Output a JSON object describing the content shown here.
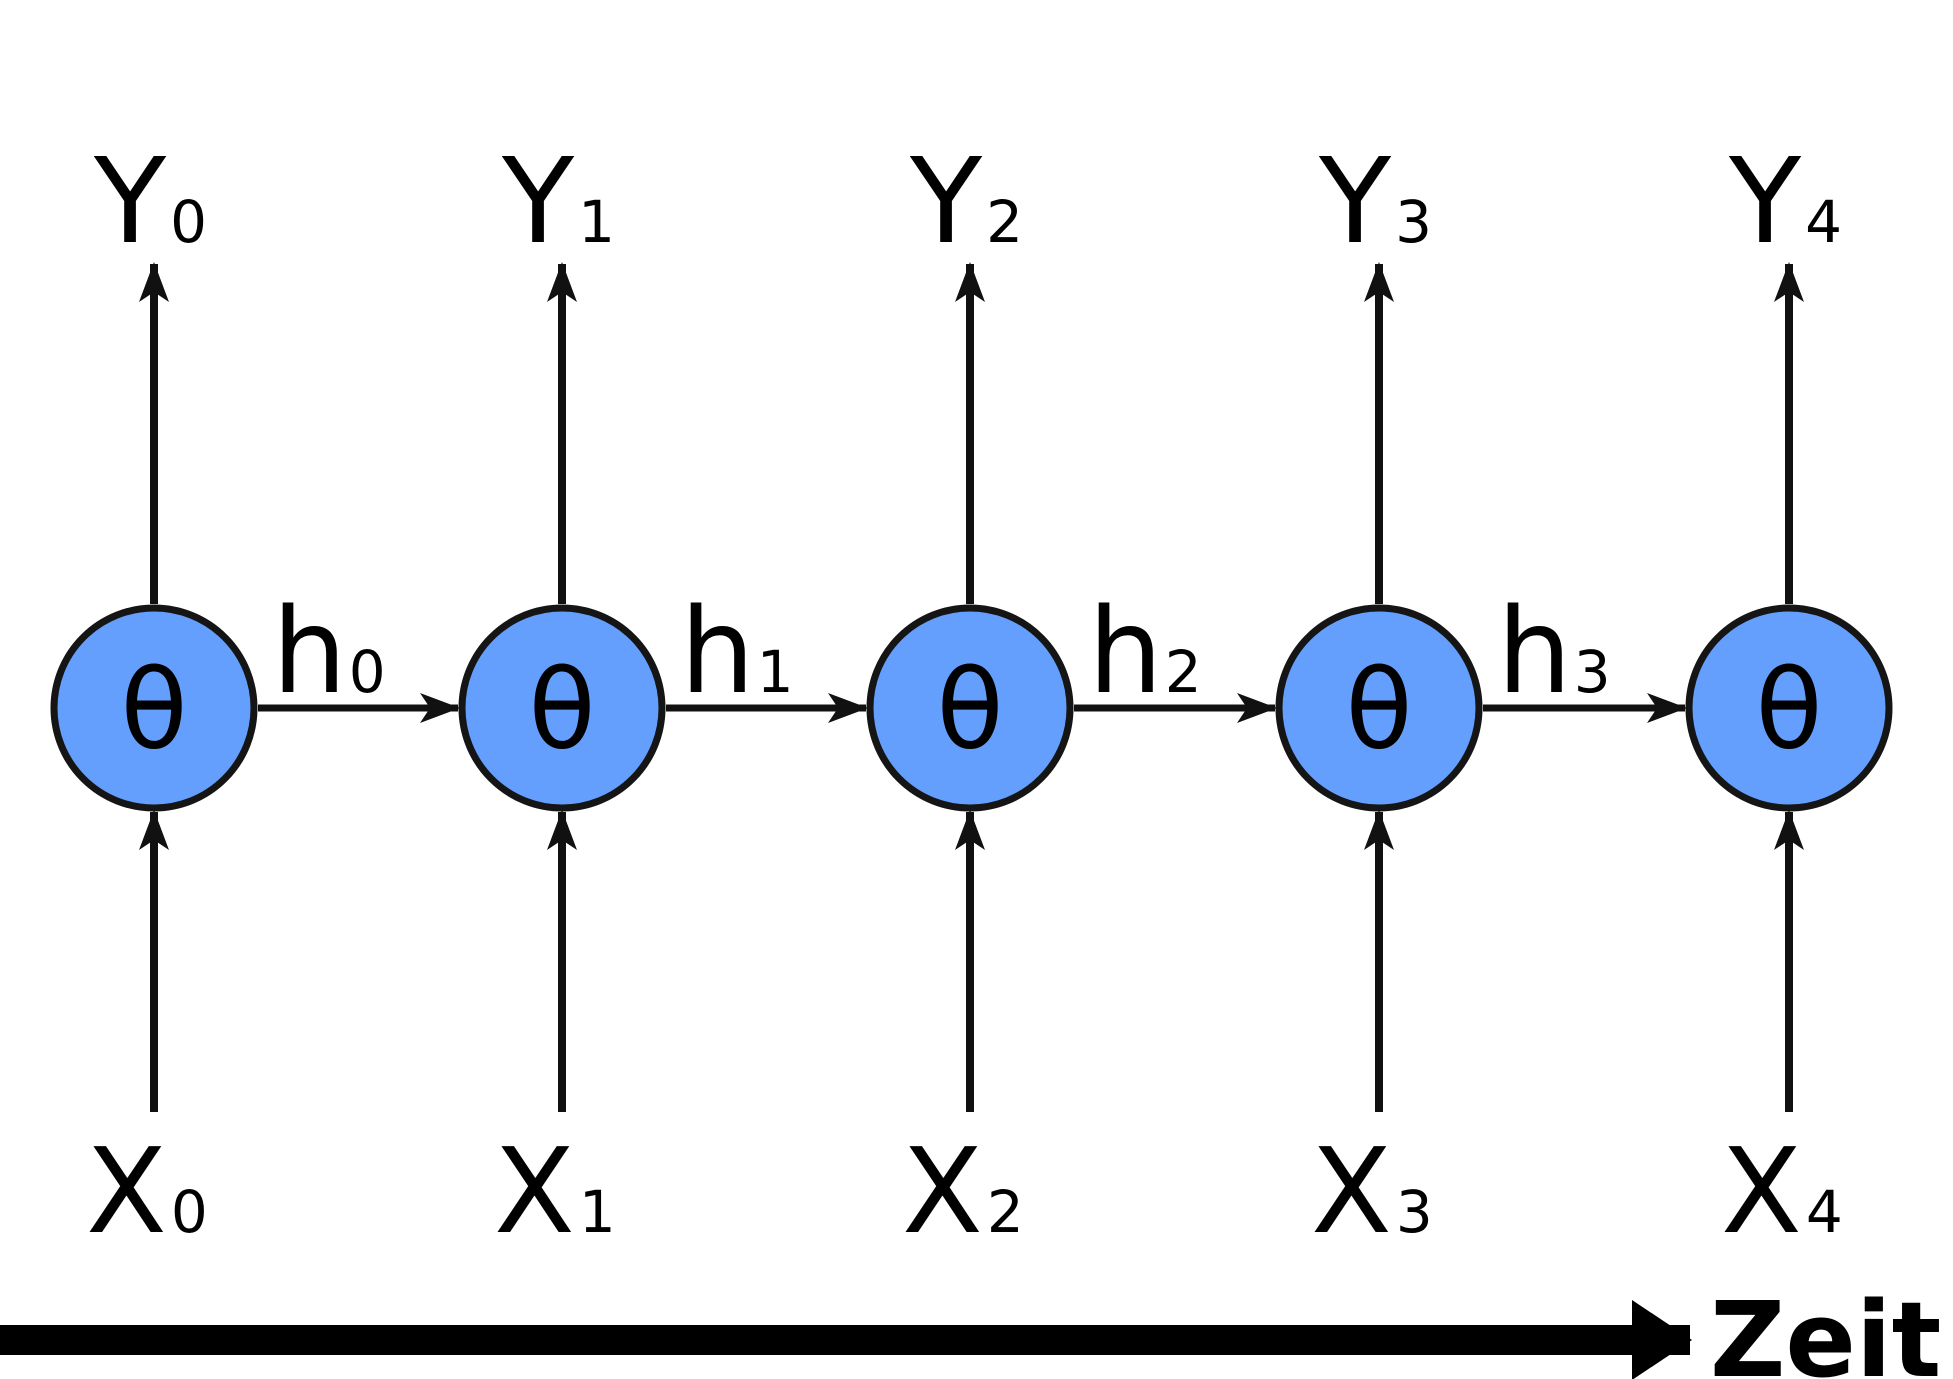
{
  "node_symbol": "θ",
  "colors": {
    "node_fill": "#659ffd",
    "node_stroke": "#151515",
    "arrow": "#111111",
    "text": "#000000",
    "background": "#ffffff"
  },
  "steps": [
    {
      "output": {
        "letter": "Y",
        "index": "0"
      },
      "input": {
        "letter": "X",
        "index": "0"
      }
    },
    {
      "output": {
        "letter": "Y",
        "index": "1"
      },
      "input": {
        "letter": "X",
        "index": "1"
      }
    },
    {
      "output": {
        "letter": "Y",
        "index": "2"
      },
      "input": {
        "letter": "X",
        "index": "2"
      }
    },
    {
      "output": {
        "letter": "Y",
        "index": "3"
      },
      "input": {
        "letter": "X",
        "index": "3"
      }
    },
    {
      "output": {
        "letter": "Y",
        "index": "4"
      },
      "input": {
        "letter": "X",
        "index": "4"
      }
    }
  ],
  "hidden_states": [
    {
      "letter": "h",
      "index": "0"
    },
    {
      "letter": "h",
      "index": "1"
    },
    {
      "letter": "h",
      "index": "2"
    },
    {
      "letter": "h",
      "index": "3"
    }
  ],
  "time_axis": {
    "label": "Zeit"
  }
}
